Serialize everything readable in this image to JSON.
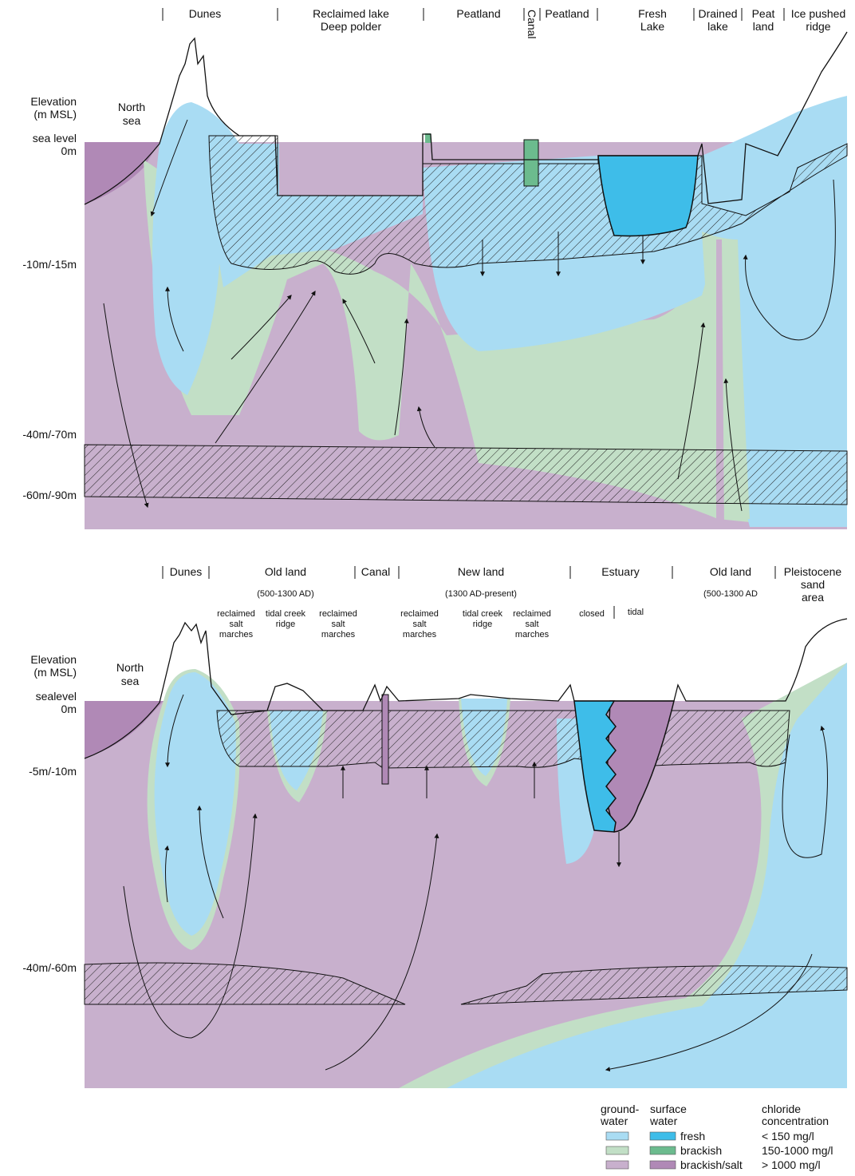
{
  "colors": {
    "gw_fresh": "#a9dcf3",
    "gw_brackish": "#c2dfc6",
    "gw_salt": "#c8b0cd",
    "sw_fresh": "#3ebde9",
    "sw_brackish": "#6cbb8e",
    "sw_salt": "#b089b6"
  },
  "top": {
    "headers": [
      {
        "l1": "Dunes",
        "l2": ""
      },
      {
        "l1": "Reclaimed lake",
        "l2": "Deep polder"
      },
      {
        "l1": "Peatland",
        "l2": ""
      },
      {
        "l1": "Canal",
        "l2": ""
      },
      {
        "l1": "Peatland",
        "l2": ""
      },
      {
        "l1": "Fresh",
        "l2": "Lake"
      },
      {
        "l1": "Drained",
        "l2": "lake"
      },
      {
        "l1": "Peat",
        "l2": "land"
      },
      {
        "l1": "Ice pushed",
        "l2": "ridge"
      }
    ],
    "elevation_title": [
      "Elevation",
      "(m MSL)"
    ],
    "sea_level": [
      "sea level",
      "0m"
    ],
    "depth_labels": [
      "-10m/-15m",
      "-40m/-70m",
      "-60m/-90m"
    ],
    "north_sea": [
      "North",
      "sea"
    ]
  },
  "bottom": {
    "headers": [
      {
        "l1": "Dunes"
      },
      {
        "l1": "Old land",
        "sub": "(500-1300 AD)"
      },
      {
        "l1": "Canal"
      },
      {
        "l1": "New land",
        "sub": "(1300 AD-present)"
      },
      {
        "l1": "Estuary"
      },
      {
        "l1": "Old land",
        "sub": "(500-1300 AD"
      },
      {
        "l1": "Pleistocene",
        "l2": "sand",
        "l3": "area"
      }
    ],
    "sublabels": [
      [
        "reclaimed",
        "salt",
        "marches"
      ],
      [
        "tidal creek",
        "ridge"
      ],
      [
        "reclaimed",
        "salt",
        "marches"
      ],
      [
        "reclaimed",
        "salt",
        "marches"
      ],
      [
        "tidal creek",
        "ridge"
      ],
      [
        "reclaimed",
        "salt",
        "marches"
      ]
    ],
    "estuary_sub": [
      "closed",
      "tidal"
    ],
    "elevation_title": [
      "Elevation",
      "(m MSL)"
    ],
    "sea_level": [
      "sealevel",
      "0m"
    ],
    "depth_labels": [
      "-5m/-10m",
      "-40m/-60m"
    ],
    "north_sea": [
      "North",
      "sea"
    ]
  },
  "legend": {
    "col1": [
      "ground-",
      "water"
    ],
    "col2": [
      "surface",
      "water"
    ],
    "col3": [
      "chloride",
      "concentration"
    ],
    "rows": [
      {
        "name": "fresh",
        "conc": "< 150 mg/l"
      },
      {
        "name": "brackish",
        "conc": "150-1000 mg/l"
      },
      {
        "name": "brackish/salt",
        "conc": "> 1000 mg/l"
      }
    ]
  }
}
